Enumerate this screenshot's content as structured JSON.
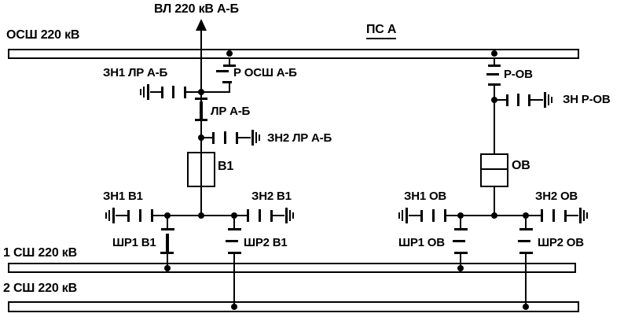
{
  "header": {
    "station": "ПС А",
    "line": "ВЛ 220 кВ А-Б"
  },
  "buses": {
    "bypass": "ОСШ 220 кВ",
    "bus1": "1 СШ 220 кВ",
    "bus2": "2 СШ 220 кВ"
  },
  "components": {
    "zn1_lr": "ЗН1 ЛР А-Б",
    "r_osh": "Р ОСШ А-Б",
    "lr": "ЛР А-Б",
    "zn2_lr": "ЗН2 ЛР А-Б",
    "b1": "В1",
    "zn1_b1": "ЗН1 В1",
    "zn2_b1": "ЗН2 В1",
    "shr1_b1": "ШР1 В1",
    "shr2_b1": "ШР2 В1",
    "r_ov": "Р-ОВ",
    "zn_r_ov": "ЗН Р-ОВ",
    "ov": "ОВ",
    "zn1_ov": "ЗН1 ОВ",
    "zn2_ov": "ЗН2 ОВ",
    "shr1_ov": "ШР1 ОВ",
    "shr2_ov": "ШР2 ОВ"
  },
  "colors": {
    "ink": "#000000",
    "background": "#ffffff"
  }
}
